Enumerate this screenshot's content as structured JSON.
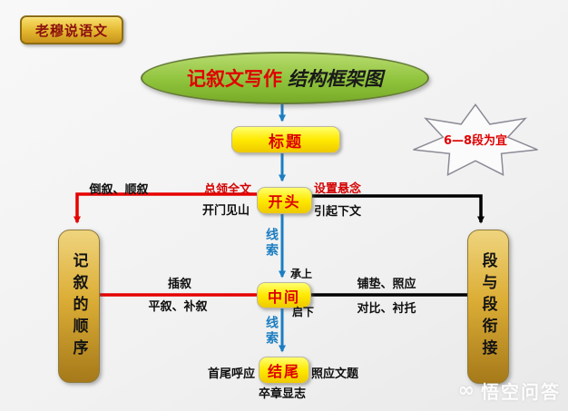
{
  "badge": {
    "label": "老穆说语文"
  },
  "title_ellipse": {
    "red_part": "记叙文写作",
    "italic_part": "结构框架图"
  },
  "burst": {
    "label": "6—8段为宜"
  },
  "flow": {
    "biaoti": "标题",
    "kaitou": "开头",
    "zhongjian": "中间",
    "jiewei": "结尾"
  },
  "pillars": {
    "left": "记叙的顺序",
    "right": "段与段衔接"
  },
  "labels": {
    "narration_order": "倒叙、顺叙",
    "lead_all": "总领全文",
    "open_door": "开门见山",
    "suspense": "设置悬念",
    "lead_next": "引起下文",
    "clue_top": "线索",
    "cheng_shang": "承上",
    "insert_narration": "插叙",
    "parallel_narration": "平叙、补叙",
    "foreshadow": "铺垫、照应",
    "contrast": "对比、衬托",
    "qi_xia": "启下",
    "clue_bottom": "线索",
    "echo_head_tail": "首尾呼应",
    "echo_title": "照应文题",
    "final_reveal": "卒章显志"
  },
  "watermark": {
    "label": "悟空问答"
  },
  "colors": {
    "node_red_text": "#dd0000",
    "line_red": "#e60000",
    "line_blue": "#1b7ec2",
    "line_black": "#000000",
    "node_yellow": "#ffe900",
    "pillar_gold": "#d4a017",
    "ellipse_green": "#8fc33c"
  }
}
